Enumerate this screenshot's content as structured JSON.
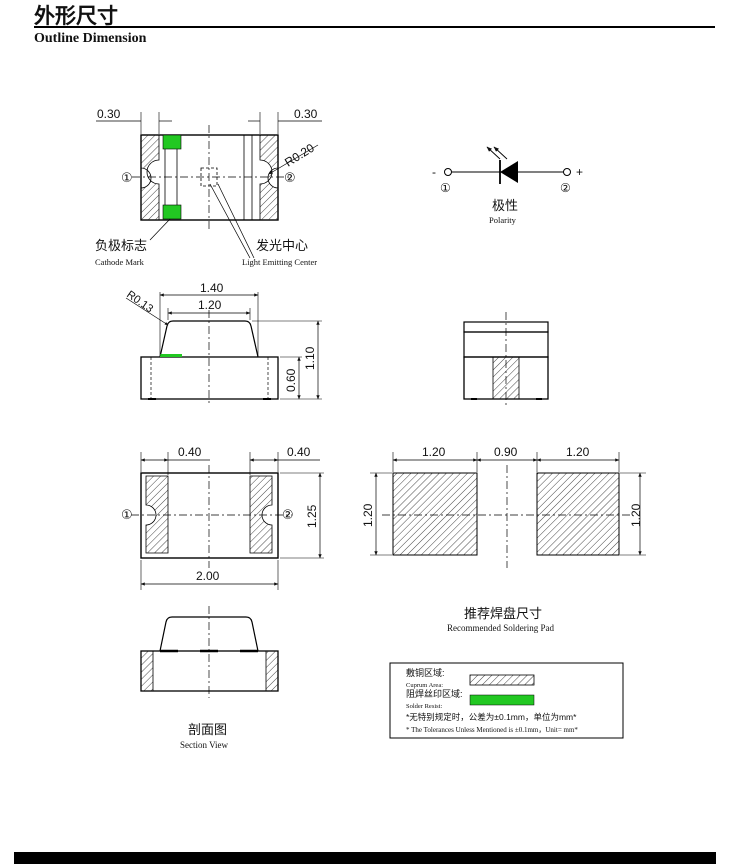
{
  "header": {
    "title_cn": "外形尺寸",
    "title_en": "Outline Dimension"
  },
  "top_view": {
    "dim_left": "0.30",
    "dim_right": "0.30",
    "radius": "R0.20",
    "pin1": "①",
    "pin2": "②",
    "cathode_cn": "负极标志",
    "cathode_en": "Cathode Mark",
    "center_cn": "发光中心",
    "center_en": "Light Emitting Center"
  },
  "polarity": {
    "minus": "-",
    "plus": "+",
    "pin1": "①",
    "pin2": "②",
    "label_cn": "极性",
    "label_en": "Polarity"
  },
  "side_view": {
    "dim_total": "1.40",
    "dim_inner": "1.20",
    "radius": "R0.13",
    "dim_height": "1.10",
    "dim_base": "0.60"
  },
  "bottom_view": {
    "dim_left": "0.40",
    "dim_right": "0.40",
    "dim_width": "2.00",
    "dim_height": "1.25",
    "pin1": "①",
    "pin2": "②"
  },
  "soldering_pad": {
    "dim_left": "1.20",
    "dim_gap": "0.90",
    "dim_right": "1.20",
    "dim_h_left": "1.20",
    "dim_h_right": "1.20",
    "label_cn": "推荐焊盘尺寸",
    "label_en": "Recommended Soldering Pad"
  },
  "section_view": {
    "label_cn": "剖面图",
    "label_en": "Section View"
  },
  "legend": {
    "cuprum_cn": "敷铜区域:",
    "cuprum_en": "Cuprum Area:",
    "resist_cn": "阻焊丝印区域:",
    "resist_en": "Solder Resist:",
    "note_cn": "*无特别规定时，公差为±0.1mm，单位为mm*",
    "note_en": "* The Tolerances Unless Mentioned is ±0.1mm，Unit= mm*"
  },
  "colors": {
    "resist_green": "#22c822"
  }
}
